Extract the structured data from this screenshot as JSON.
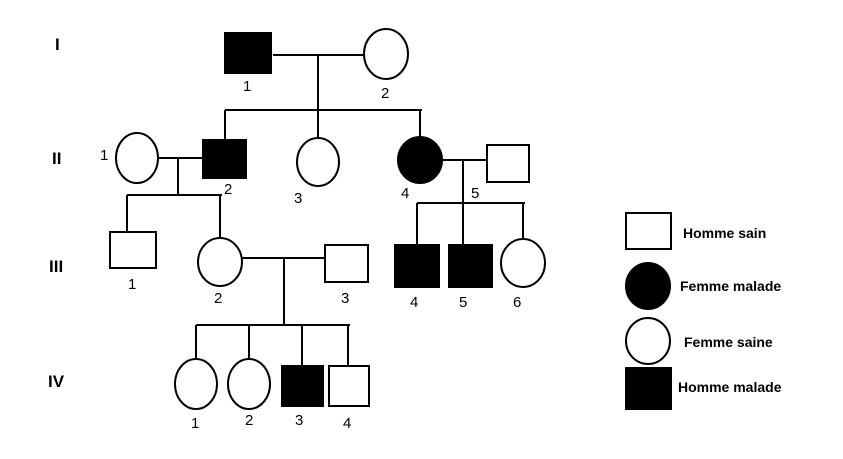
{
  "generations": [
    {
      "label": "I"
    },
    {
      "label": "II"
    },
    {
      "label": "III"
    },
    {
      "label": "IV"
    }
  ],
  "individuals": [
    {
      "id": "I-1",
      "number": "1",
      "sex": "male",
      "affected": true
    },
    {
      "id": "I-2",
      "number": "2",
      "sex": "female",
      "affected": false
    },
    {
      "id": "II-1",
      "number": "1",
      "sex": "female",
      "affected": false
    },
    {
      "id": "II-2",
      "number": "2",
      "sex": "male",
      "affected": true
    },
    {
      "id": "II-3",
      "number": "3",
      "sex": "female",
      "affected": false
    },
    {
      "id": "II-4",
      "number": "4",
      "sex": "female",
      "affected": true
    },
    {
      "id": "II-5",
      "number": "5",
      "sex": "male",
      "affected": false
    },
    {
      "id": "III-1",
      "number": "1",
      "sex": "male",
      "affected": false
    },
    {
      "id": "III-2",
      "number": "2",
      "sex": "female",
      "affected": false
    },
    {
      "id": "III-3",
      "number": "3",
      "sex": "male",
      "affected": false
    },
    {
      "id": "III-4",
      "number": "4",
      "sex": "male",
      "affected": true
    },
    {
      "id": "III-5",
      "number": "5",
      "sex": "male",
      "affected": true
    },
    {
      "id": "III-6",
      "number": "6",
      "sex": "female",
      "affected": false
    },
    {
      "id": "IV-1",
      "number": "1",
      "sex": "female",
      "affected": false
    },
    {
      "id": "IV-2",
      "number": "2",
      "sex": "female",
      "affected": false
    },
    {
      "id": "IV-3",
      "number": "3",
      "sex": "male",
      "affected": true
    },
    {
      "id": "IV-4",
      "number": "4",
      "sex": "male",
      "affected": false
    }
  ],
  "legend": [
    {
      "label": "Homme sain",
      "sex": "male",
      "affected": false
    },
    {
      "label": "Femme malade",
      "sex": "female",
      "affected": true
    },
    {
      "label": "Femme saine",
      "sex": "female",
      "affected": false
    },
    {
      "label": "Homme malade",
      "sex": "male",
      "affected": true
    }
  ],
  "colors": {
    "affected": "#000000",
    "healthy": "#ffffff",
    "stroke": "#000000"
  }
}
